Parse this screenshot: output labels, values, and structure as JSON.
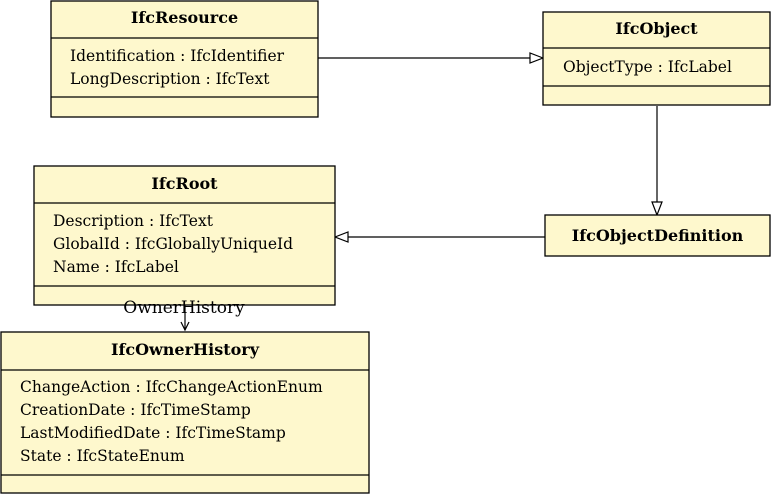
{
  "classes": {
    "ifc_resource": {
      "name": "IfcResource",
      "attributes": [
        "Identification : IfcIdentifier",
        "LongDescription : IfcText"
      ]
    },
    "ifc_object": {
      "name": "IfcObject",
      "attributes": [
        "ObjectType : IfcLabel"
      ]
    },
    "ifc_root": {
      "name": "IfcRoot",
      "attributes": [
        "Description : IfcText",
        "GlobalId : IfcGloballyUniqueId",
        "Name : IfcLabel"
      ]
    },
    "ifc_object_definition": {
      "name": "IfcObjectDefinition",
      "attributes": []
    },
    "ifc_owner_history": {
      "name": "IfcOwnerHistory",
      "attributes": [
        "ChangeAction : IfcChangeActionEnum",
        "CreationDate : IfcTimeStamp",
        "LastModifiedDate : IfcTimeStamp",
        "State : IfcStateEnum"
      ]
    }
  },
  "associations": {
    "owner_history_label": "OwnerHistory"
  },
  "colors": {
    "class_fill": "#fef8cd",
    "stroke": "#000000"
  }
}
